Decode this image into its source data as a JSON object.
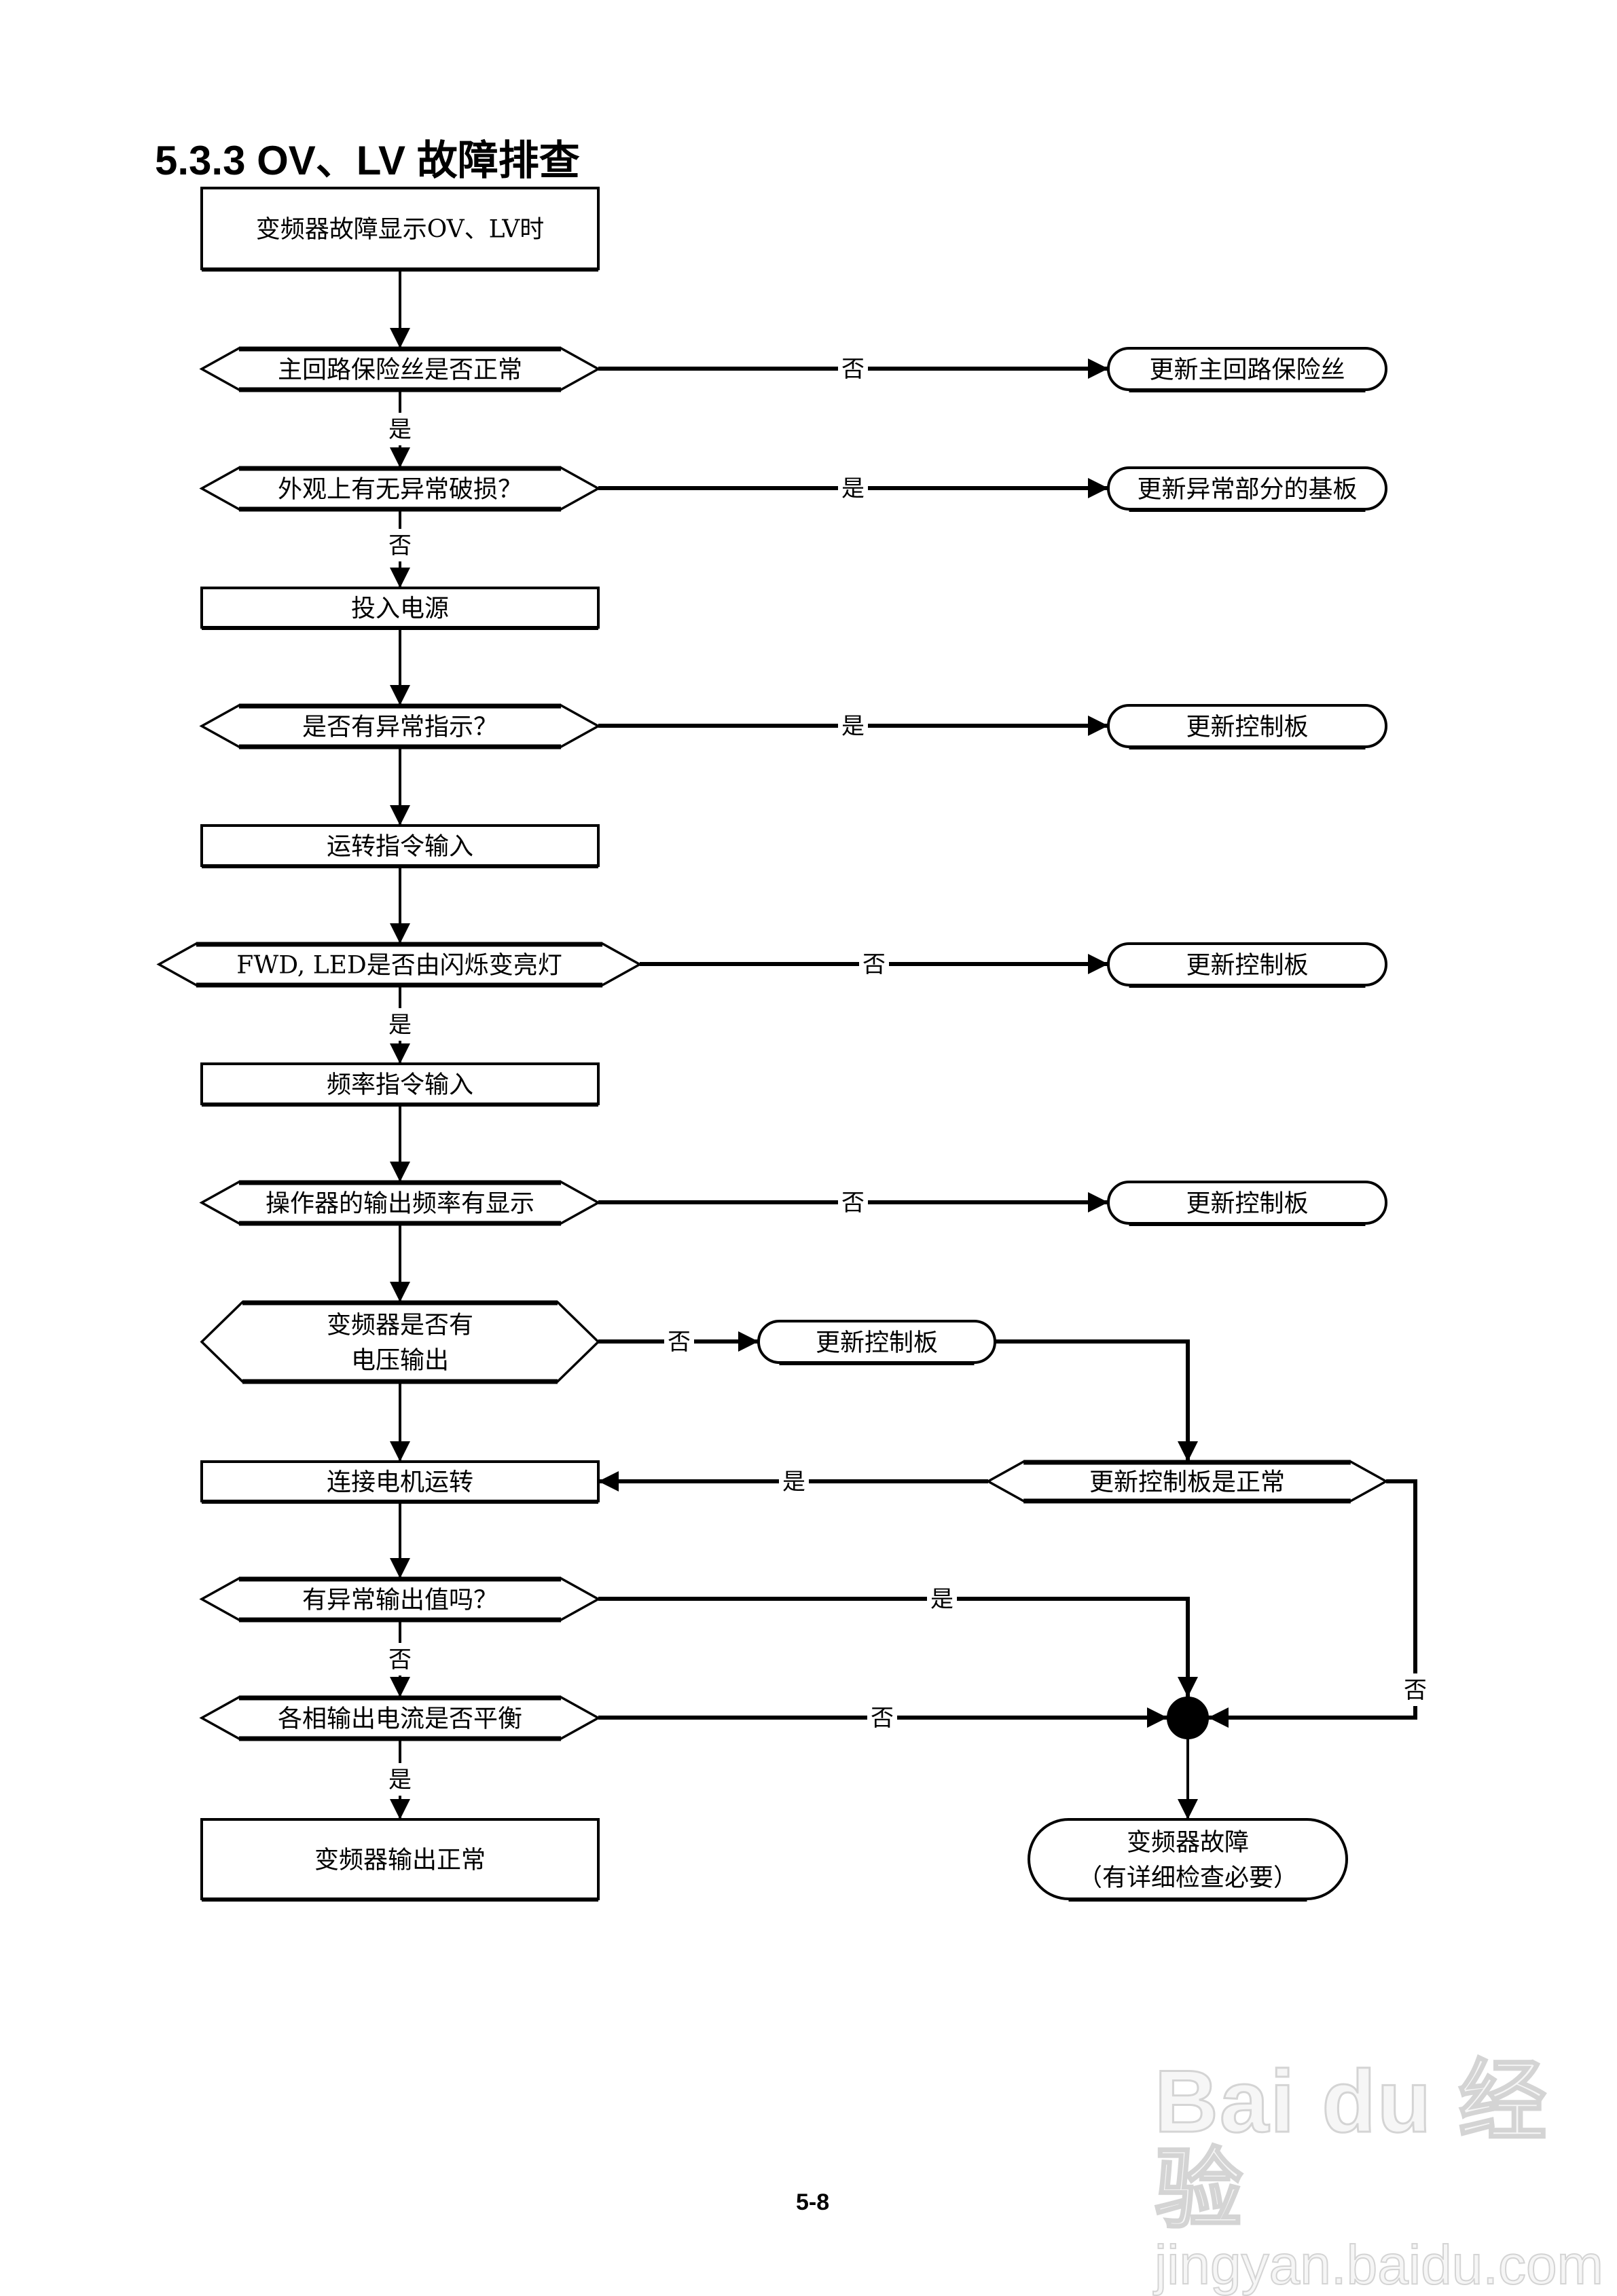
{
  "page": {
    "title": "5.3.3 OV、LV 故障排查",
    "page_number": "5-8",
    "watermark": {
      "brand": "Bai du 经验",
      "url": "jingyan.baidu.com"
    }
  },
  "flowchart": {
    "nodes": [
      {
        "id": "start",
        "type": "process",
        "lines": [
          "变频器故障显示OV、LV时"
        ]
      },
      {
        "id": "d_fuse",
        "type": "decision",
        "lines": [
          "主回路保险丝是否正常"
        ]
      },
      {
        "id": "t_fuse",
        "type": "terminal",
        "lines": [
          "更新主回路保险丝"
        ]
      },
      {
        "id": "d_damage",
        "type": "decision",
        "lines": [
          "外观上有无异常破损？"
        ]
      },
      {
        "id": "t_board",
        "type": "terminal",
        "lines": [
          "更新异常部分的基板"
        ]
      },
      {
        "id": "p_power",
        "type": "process",
        "lines": [
          "投入电源"
        ]
      },
      {
        "id": "d_indicate",
        "type": "decision",
        "lines": [
          "是否有异常指示？"
        ]
      },
      {
        "id": "t_ctrl1",
        "type": "terminal",
        "lines": [
          "更新控制板"
        ]
      },
      {
        "id": "p_run",
        "type": "process",
        "lines": [
          "运转指令输入"
        ]
      },
      {
        "id": "d_fwd",
        "type": "decision",
        "lines": [
          "FWD, LED是否由闪烁变亮灯"
        ]
      },
      {
        "id": "t_ctrl2",
        "type": "terminal",
        "lines": [
          "更新控制板"
        ]
      },
      {
        "id": "p_freq",
        "type": "process",
        "lines": [
          "频率指令输入"
        ]
      },
      {
        "id": "d_display",
        "type": "decision",
        "lines": [
          "操作器的输出频率有显示"
        ]
      },
      {
        "id": "t_ctrl3",
        "type": "terminal",
        "lines": [
          "更新控制板"
        ]
      },
      {
        "id": "d_voltage",
        "type": "decision",
        "lines": [
          "变频器是否有",
          "电压输出"
        ]
      },
      {
        "id": "t_ctrl4",
        "type": "terminal",
        "lines": [
          "更新控制板"
        ]
      },
      {
        "id": "p_motor",
        "type": "process",
        "lines": [
          "连接电机运转"
        ]
      },
      {
        "id": "d_ctrl_ok",
        "type": "decision",
        "lines": [
          "更新控制板是正常"
        ]
      },
      {
        "id": "d_abnormal",
        "type": "decision",
        "lines": [
          "有异常输出值吗？"
        ]
      },
      {
        "id": "d_balance",
        "type": "decision",
        "lines": [
          "各相输出电流是否平衡"
        ]
      },
      {
        "id": "junction",
        "type": "connector",
        "lines": []
      },
      {
        "id": "p_ok",
        "type": "process",
        "lines": [
          "变频器输出正常"
        ]
      },
      {
        "id": "t_fault",
        "type": "terminal",
        "lines": [
          "变频器故障",
          "（有详细检查必要）"
        ]
      }
    ],
    "edges": [
      {
        "from": "start",
        "to": "d_fuse",
        "label": ""
      },
      {
        "from": "d_fuse",
        "to": "t_fuse",
        "label": "否"
      },
      {
        "from": "d_fuse",
        "to": "d_damage",
        "label": "是"
      },
      {
        "from": "d_damage",
        "to": "t_board",
        "label": "是"
      },
      {
        "from": "d_damage",
        "to": "p_power",
        "label": "否"
      },
      {
        "from": "p_power",
        "to": "d_indicate",
        "label": ""
      },
      {
        "from": "d_indicate",
        "to": "t_ctrl1",
        "label": "是"
      },
      {
        "from": "d_indicate",
        "to": "p_run",
        "label": ""
      },
      {
        "from": "p_run",
        "to": "d_fwd",
        "label": ""
      },
      {
        "from": "d_fwd",
        "to": "t_ctrl2",
        "label": "否"
      },
      {
        "from": "d_fwd",
        "to": "p_freq",
        "label": "是"
      },
      {
        "from": "p_freq",
        "to": "d_display",
        "label": ""
      },
      {
        "from": "d_display",
        "to": "t_ctrl3",
        "label": "否"
      },
      {
        "from": "d_display",
        "to": "d_voltage",
        "label": ""
      },
      {
        "from": "d_voltage",
        "to": "t_ctrl4",
        "label": "否"
      },
      {
        "from": "d_voltage",
        "to": "p_motor",
        "label": ""
      },
      {
        "from": "t_ctrl4",
        "to": "d_ctrl_ok",
        "label": ""
      },
      {
        "from": "d_ctrl_ok",
        "to": "p_motor",
        "label": "是"
      },
      {
        "from": "d_ctrl_ok",
        "to": "junction",
        "label": "否"
      },
      {
        "from": "p_motor",
        "to": "d_abnormal",
        "label": ""
      },
      {
        "from": "d_abnormal",
        "to": "junction",
        "label": "是"
      },
      {
        "from": "d_abnormal",
        "to": "d_balance",
        "label": "否"
      },
      {
        "from": "d_balance",
        "to": "junction",
        "label": "否"
      },
      {
        "from": "d_balance",
        "to": "p_ok",
        "label": "是"
      },
      {
        "from": "junction",
        "to": "t_fault",
        "label": ""
      }
    ]
  }
}
